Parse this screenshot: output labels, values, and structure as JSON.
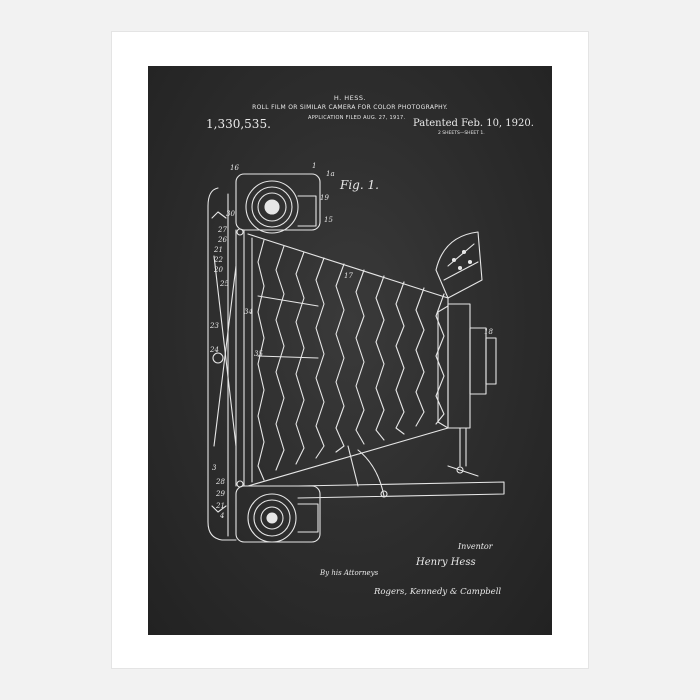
{
  "patent": {
    "inventor_header": "H. HESS.",
    "title": "ROLL FILM OR SIMILAR CAMERA FOR COLOR PHOTOGRAPHY.",
    "application": "APPLICATION FILED AUG. 27, 1917.",
    "number": "1,330,535.",
    "patented": "Patented Feb. 10, 1920.",
    "sheets": "2 SHEETS—SHEET 1."
  },
  "figure": {
    "label": "Fig. 1.",
    "reference_numerals": [
      "16",
      "1",
      "1a",
      "30",
      "19",
      "15",
      "27",
      "26",
      "21",
      "22",
      "20",
      "25",
      "17",
      "34",
      "23",
      "24",
      "35",
      "3",
      "28",
      "29",
      "21",
      "4",
      "18"
    ]
  },
  "signatures": {
    "inventor_label": "Inventor",
    "inventor_name": "Henry Hess",
    "by_attorneys": "By his Attorneys",
    "attorneys": "Rogers, Kennedy & Campbell"
  },
  "colors": {
    "chalkboard": "#2c2c2c",
    "chalk": "#e9e9e9",
    "frame": "#ffffff",
    "background": "#f2f2f2"
  }
}
